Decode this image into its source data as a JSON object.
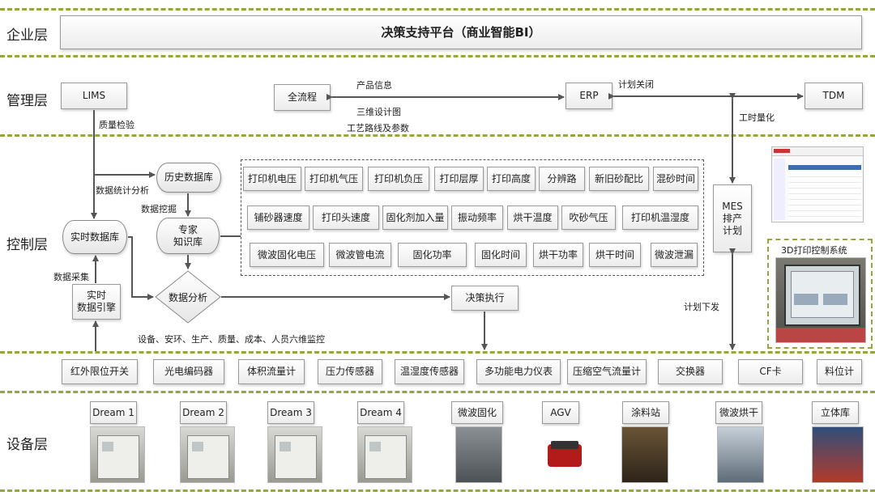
{
  "layers": {
    "enterprise": "企业层",
    "management": "管理层",
    "control": "控制层",
    "equipment": "设备层"
  },
  "platform": "决策支持平台（商业智能BI）",
  "management": {
    "lims": "LIMS",
    "full_process": "全流程",
    "erp": "ERP",
    "tdm": "TDM",
    "labels": {
      "product_info": "产品信息",
      "design_3d": "三维设计图",
      "process_route": "工艺路线及参数",
      "plan_close": "计划关闭",
      "work_hours": "工时量化",
      "quality_check": "质量检验"
    }
  },
  "control": {
    "history_db": "历史数据库",
    "expert_kb": "专家\n知识库",
    "realtime_db": "实时数据库",
    "realtime_engine": "实时\n数据引擎",
    "data_analysis": "数据分析",
    "decision_exec": "决策执行",
    "mes": "MES\n排产\n计划",
    "labels": {
      "data_stats": "数据统计分析",
      "data_mining": "数据挖掘",
      "data_collect": "数据采集",
      "six_dim": "设备、安环、生产、质量、成本、人员六维监控",
      "plan_dispatch": "计划下发"
    },
    "params_row1": [
      "打印机电压",
      "打印机气压",
      "打印机负压",
      "打印层厚",
      "打印高度",
      "分辨路",
      "新旧砂配比",
      "混砂时间"
    ],
    "params_row2": [
      "铺砂器速度",
      "打印头速度",
      "固化剂加入量",
      "振动频率",
      "烘干温度",
      "吹砂气压",
      "打印机温湿度"
    ],
    "params_row3": [
      "微波固化电压",
      "微波管电流",
      "固化功率",
      "固化时间",
      "烘干功率",
      "烘干时间",
      "微波泄漏"
    ],
    "control_system": "3D打印控制系统"
  },
  "sensors": [
    "红外限位开关",
    "光电编码器",
    "体积流量计",
    "压力传感器",
    "温湿度传感器",
    "多功能电力仪表",
    "压缩空气流量计",
    "交换器",
    "CF卡",
    "料位计"
  ],
  "devices": [
    "Dream 1",
    "Dream 2",
    "Dream 3",
    "Dream 4",
    "微波固化",
    "AGV",
    "涂料站",
    "微波烘干",
    "立体库"
  ],
  "colors": {
    "dash": "#93a83d",
    "arrow": "#555555",
    "box_border": "#9a9a9a"
  }
}
